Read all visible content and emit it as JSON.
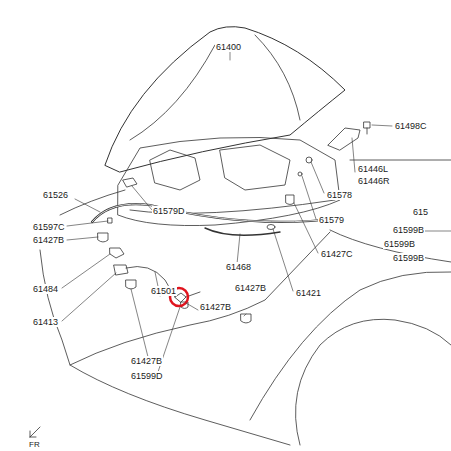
{
  "diagram": {
    "labels": [
      "61400",
      "61498C",
      "61446L",
      "61446R",
      "61578",
      "61579",
      "61526",
      "61579D",
      "61427C",
      "61597C",
      "61427B",
      "61468",
      "61421",
      "61484",
      "61501",
      "61427B",
      "61413",
      "61427B",
      "61427B",
      "61599D",
      "615",
      "61599B",
      "61599B",
      "61599B",
      "FR"
    ]
  }
}
